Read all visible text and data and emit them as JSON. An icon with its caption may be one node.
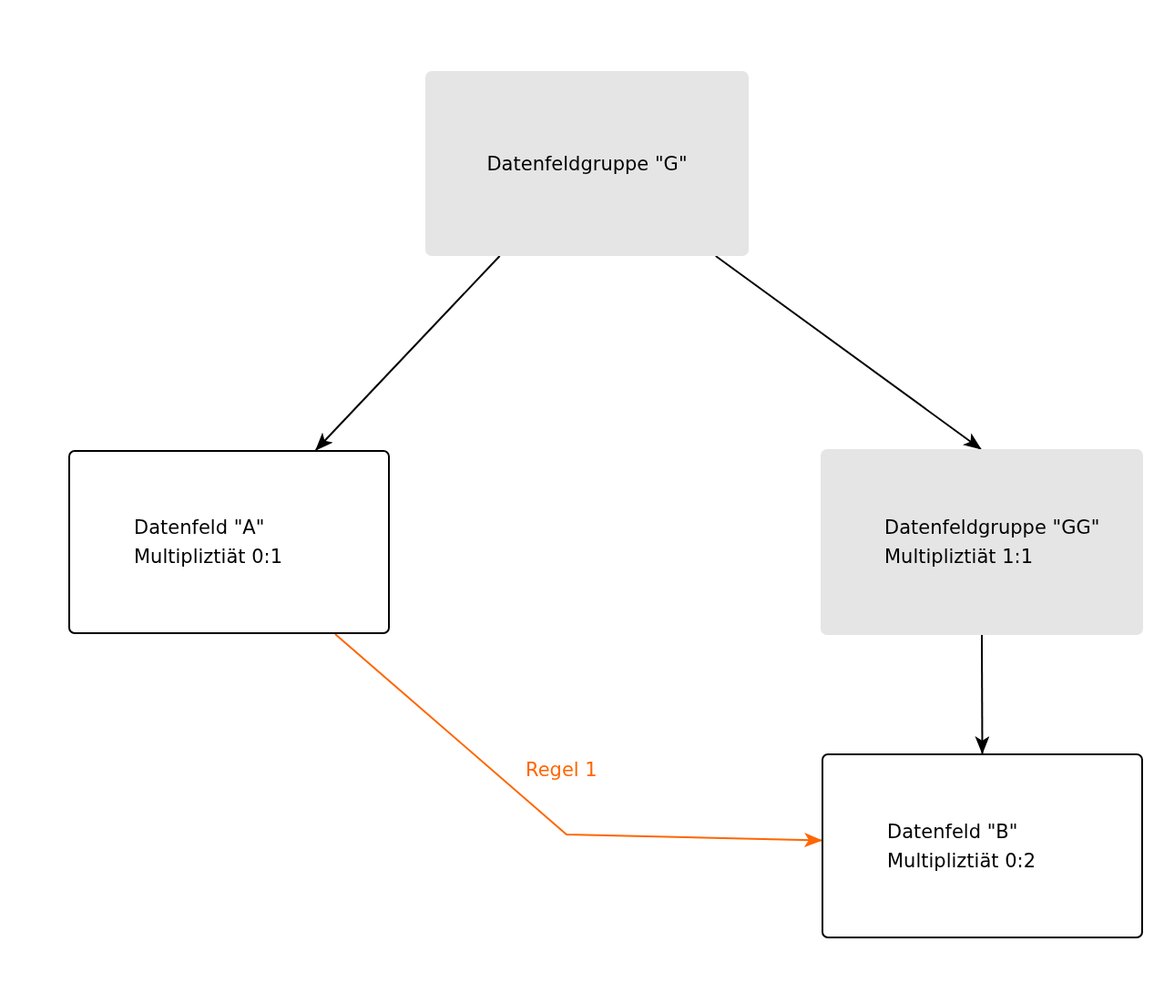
{
  "diagram": {
    "nodes": [
      {
        "text": [
          "Datenfeldgruppe \"G\""
        ]
      },
      {
        "text": [
          "Datenfeld \"A\"",
          "Multipliztiät 0:1"
        ]
      },
      {
        "text": [
          "Datenfeldgruppe \"GG\"",
          "Multipliztiät 1:1"
        ]
      },
      {
        "text": [
          "Datenfeld \"B\"",
          "Multipliztiät 0:2"
        ]
      }
    ],
    "edges": [
      {
        "from": 0,
        "to": 1,
        "arrow": "to"
      },
      {
        "from": 0,
        "to": 2,
        "arrow": "to"
      },
      {
        "from": 2,
        "to": 3,
        "arrow": "to"
      },
      {
        "from": 1,
        "to": 3,
        "arrow": "to",
        "label": "Regel 1",
        "color": "#ff6600"
      }
    ]
  }
}
